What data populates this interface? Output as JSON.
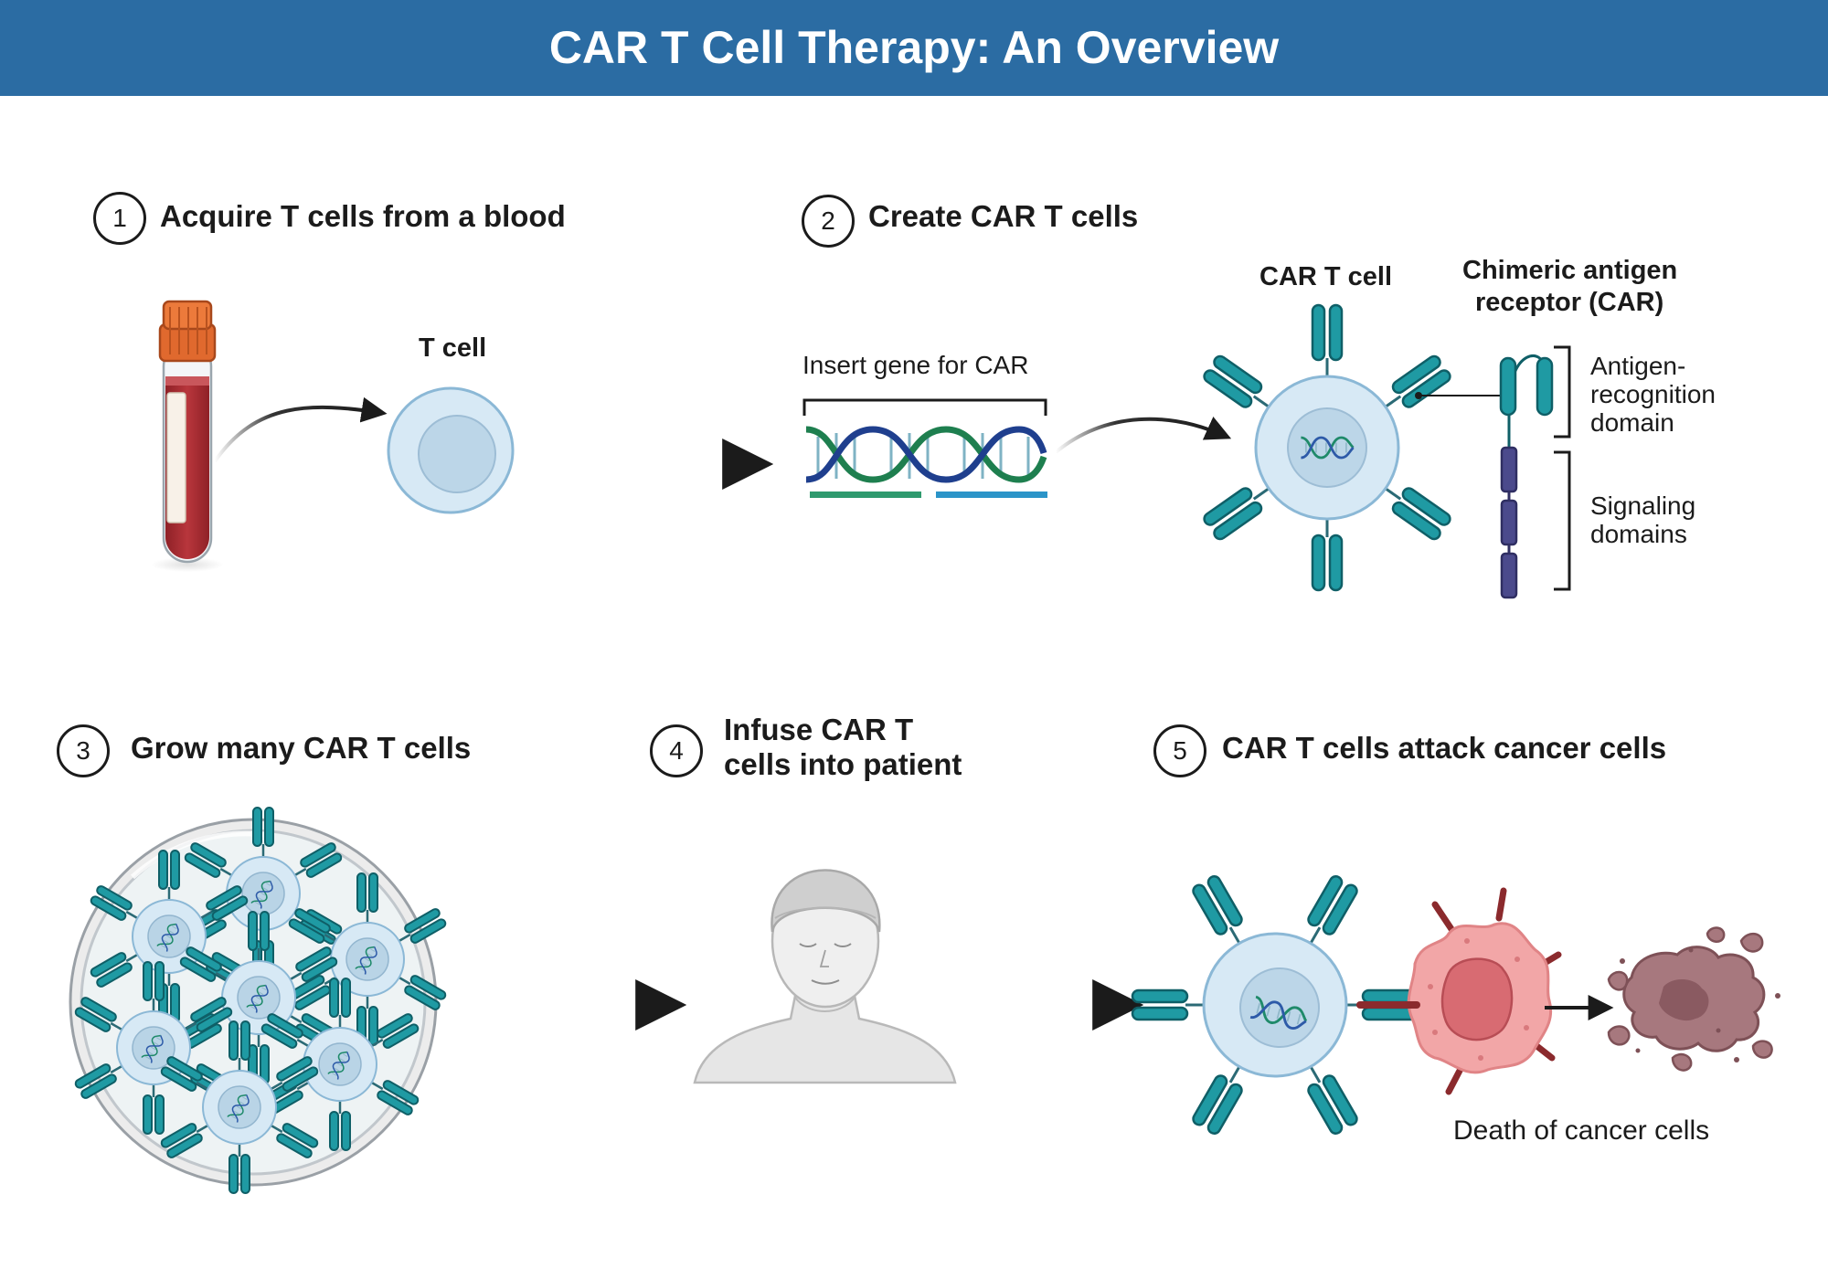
{
  "header": {
    "title": "CAR T Cell Therapy: An Overview"
  },
  "steps": [
    {
      "number": "1",
      "title": "Acquire T cells from a blood"
    },
    {
      "number": "2",
      "title": "Create CAR T cells"
    },
    {
      "number": "3",
      "title": "Grow many CAR T cells"
    },
    {
      "number": "4",
      "title_line1": "Infuse CAR T",
      "title_line2": "cells into patient"
    },
    {
      "number": "5",
      "title": "CAR T cells attack cancer cells"
    }
  ],
  "labels": {
    "t_cell": "T cell",
    "insert_gene": "Insert gene for CAR",
    "car_t_cell": "CAR T cell",
    "car_title_line1": "Chimeric antigen",
    "car_title_line2": "receptor (CAR)",
    "antigen_line1": "Antigen-",
    "antigen_line2": "recognition",
    "antigen_line3": "domain",
    "signaling_line1": "Signaling",
    "signaling_line2": "domains",
    "death": "Death of cancer cells"
  },
  "colors": {
    "banner": "#2b6ca3",
    "receptor_teal": "#1f9aa3",
    "signaling_purple": "#4b4a8c",
    "cell_fill": "#d7e9f5",
    "blood": "#a72c32",
    "tube_cap": "#e0692e",
    "cancer_pink": "#f2a6a7",
    "dead_cell": "#a7787e"
  }
}
